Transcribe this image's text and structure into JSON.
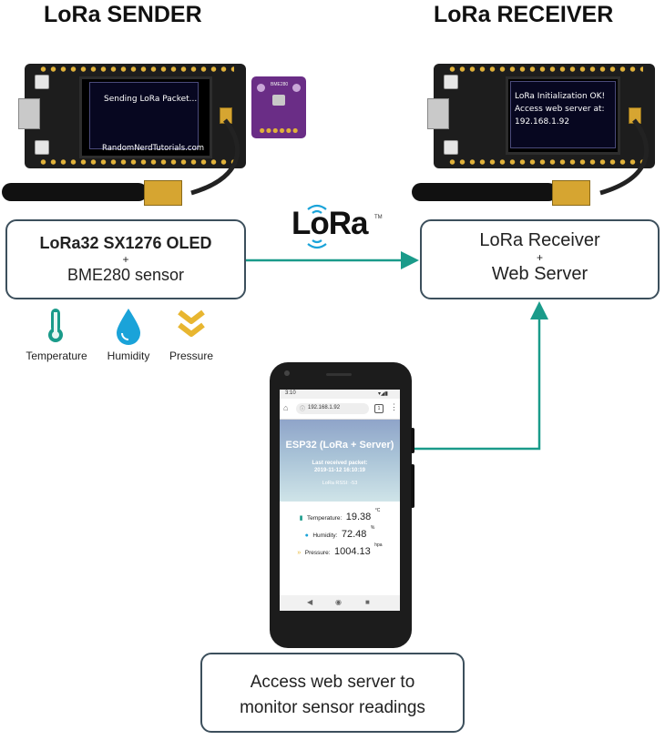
{
  "sender": {
    "title": "LoRa SENDER",
    "oled_text": "Sending LoRa Packet...",
    "oled_footer": "RandomNerdTutorials.com",
    "sensor_chip_label": "BME280",
    "box_line1": "LoRa32 SX1276 OLED",
    "box_plus": "+",
    "box_line2": "BME280 sensor"
  },
  "receiver": {
    "title": "LoRa RECEIVER",
    "oled_lines": [
      "LoRa Initialization OK!",
      "Access web server at:",
      "192.168.1.92"
    ],
    "box_line1": "LoRa Receiver",
    "box_plus": "+",
    "box_line2": "Web Server"
  },
  "lora_logo": {
    "text": "LoRa",
    "tm": "TM"
  },
  "readings_icons": [
    {
      "name": "thermometer-icon",
      "label": "Temperature"
    },
    {
      "name": "water-drop-icon",
      "label": "Humidity"
    },
    {
      "name": "chevrons-down-icon",
      "label": "Pressure"
    }
  ],
  "phone": {
    "status_time": "3:10",
    "url": "192.168.1.92",
    "tab_count": "1",
    "page_title": "ESP32 (LoRa + Server)",
    "last_packet_label": "Last received packet:",
    "last_packet_time": "2019-11-12 16:10:19",
    "rssi_label": "LoRa RSSI: -53",
    "readings": [
      {
        "label": "Temperature:",
        "value": "19.38",
        "unit": "°C"
      },
      {
        "label": "Humidity:",
        "value": "72.48",
        "unit": "%"
      },
      {
        "label": "Pressure:",
        "value": "1004.13",
        "unit": "hpa"
      }
    ]
  },
  "access_box": {
    "line1": "Access web server to",
    "line2": "monitor sensor readings"
  },
  "colors": {
    "arrow": "#1a9b8a",
    "box_border": "#3c4f5c",
    "thermometer": "#1a9b8a",
    "drop": "#1aa3d9",
    "pressure": "#e8b630"
  }
}
